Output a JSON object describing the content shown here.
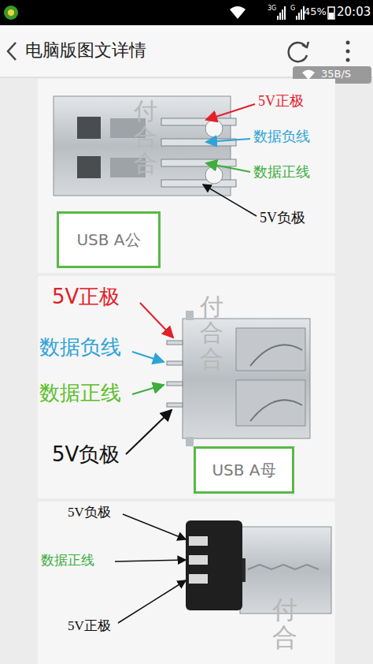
{
  "diagram": {
    "title": "电脑版图文详情",
    "nodes": [
      {
        "text": [
          "USB A公"
        ]
      },
      {
        "text": [
          "USB A母"
        ]
      }
    ],
    "labels": [
      "3G",
      "G",
      "45%",
      "20:03",
      "35B/S",
      "5V正极",
      "数据负线",
      "数据正线",
      "5V负极",
      "付合合",
      "5V正极",
      "数据负线",
      "数据正线",
      "5V负极",
      "付合合",
      "5V负极",
      "数据正线",
      "5V正极",
      "付合"
    ]
  }
}
